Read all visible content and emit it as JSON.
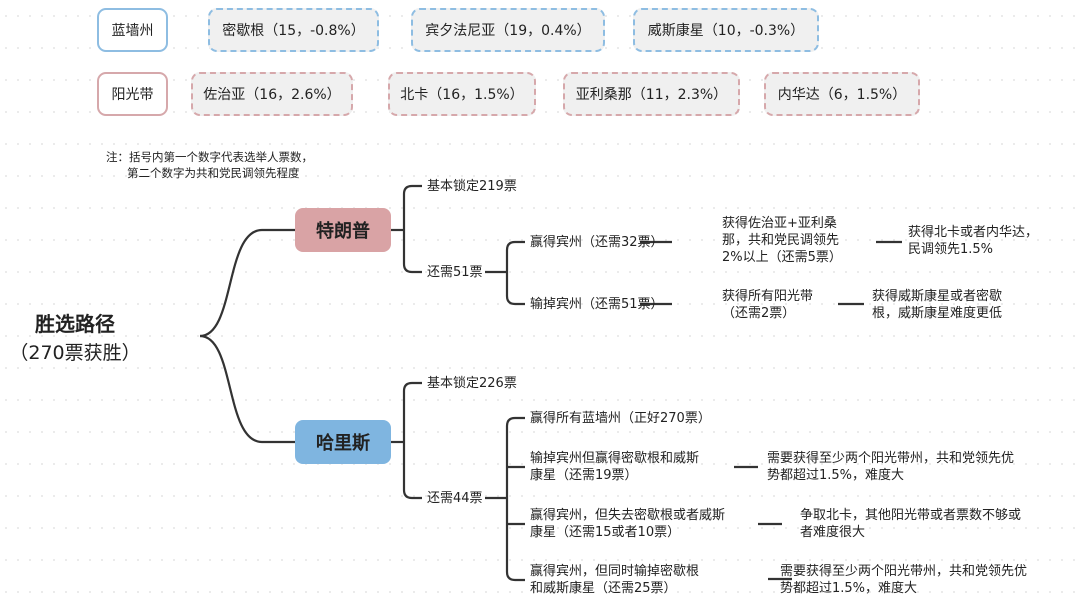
{
  "legend": {
    "blue_wall": {
      "label": "蓝墙州",
      "states": [
        "密歇根（15，-0.8%）",
        "宾夕法尼亚（19，0.4%）",
        "威斯康星（10，-0.3%）"
      ]
    },
    "sun_belt": {
      "label": "阳光带",
      "states": [
        "佐治亚（16，2.6%）",
        "北卡（16，1.5%）",
        "亚利桑那（11，2.3%）",
        "内华达（6，1.5%）"
      ]
    },
    "note": [
      "注：括号内第一个数字代表选举人票数，",
      "第二个数字为共和党民调领先程度"
    ]
  },
  "root": {
    "title": "胜选路径",
    "subtitle": "（270票获胜）"
  },
  "trump": {
    "name": "特朗普",
    "locked": "基本锁定219票",
    "needed": "还需51票",
    "paths": [
      {
        "label": "赢得宾州（还需32票）",
        "step": [
          "获得佐治亚+亚利桑",
          "那，共和党民调领先",
          "2%以上（还需5票）"
        ],
        "final": [
          "获得北卡或者内华达，",
          "民调领先1.5%"
        ]
      },
      {
        "label": "输掉宾州（还需51票）",
        "step": [
          "获得所有阳光带",
          "（还需2票）"
        ],
        "final": [
          "获得威斯康星或者密歇",
          "根，威斯康星难度更低"
        ]
      }
    ]
  },
  "harris": {
    "name": "哈里斯",
    "locked": "基本锁定226票",
    "needed": "还需44票",
    "paths": [
      {
        "label": [
          "赢得所有蓝墙州（正好270票）"
        ]
      },
      {
        "label": [
          "输掉宾州但赢得密歇根和威斯",
          "康星（还需19票）"
        ],
        "result": [
          "需要获得至少两个阳光带州，共和党领先优",
          "势都超过1.5%，难度大"
        ]
      },
      {
        "label": [
          "赢得宾州，但失去密歇根或者威斯",
          "康星（还需15或者10票）"
        ],
        "result": [
          "争取北卡，其他阳光带或者票数不够或",
          "者难度很大"
        ]
      },
      {
        "label": [
          "赢得宾州，但同时输掉密歇根",
          "和威斯康星（还需25票）"
        ],
        "result": [
          "需要获得至少两个阳光带州，共和党领先优",
          "势都超过1.5%，难度大"
        ]
      }
    ]
  },
  "colors": {
    "blue": "#8ebde2",
    "red": "#d6a8ab",
    "trump_fill": "#d9a3a5",
    "harris_fill": "#7fb5e0"
  }
}
